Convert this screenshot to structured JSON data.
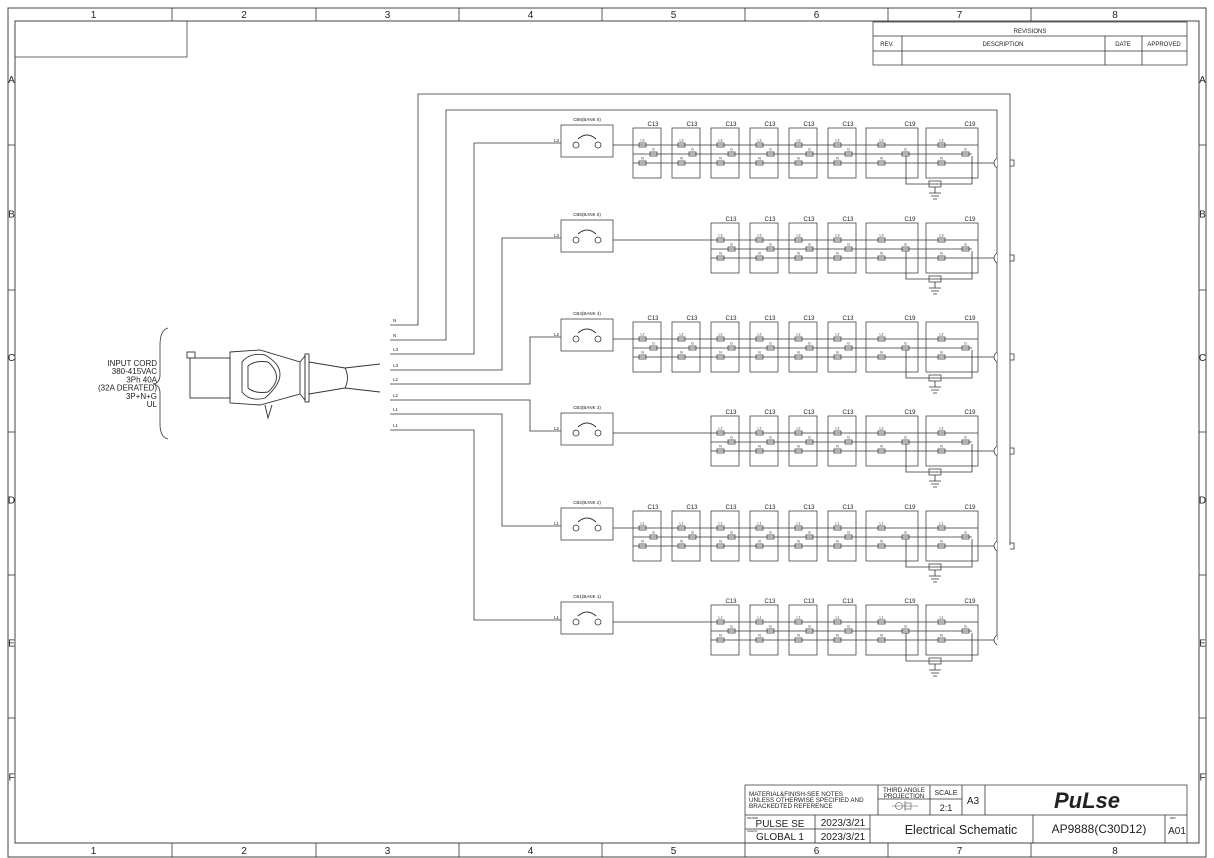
{
  "frame": {
    "columns": [
      "1",
      "2",
      "3",
      "4",
      "5",
      "6",
      "7",
      "8"
    ],
    "rows": [
      "A",
      "B",
      "C",
      "D",
      "E",
      "F"
    ]
  },
  "revisions": {
    "title": "REVISIONS",
    "headers": [
      "REV.",
      "DESCRIPTION",
      "DATE",
      "APPROVED"
    ]
  },
  "input_cord": {
    "lines": [
      "INPUT CORD",
      "380-415VAC",
      "3Ph 40A",
      "(32A DERATED)",
      "3P+N+G",
      "UL"
    ]
  },
  "feeders": [
    "N",
    "N",
    "L3",
    "L3",
    "L2",
    "L2",
    "L1",
    "L1"
  ],
  "banks": [
    {
      "breaker": "CB6(BANK 6)",
      "phase": "L3",
      "c13": 6,
      "c19": 2
    },
    {
      "breaker": "CB5(BANK 5)",
      "phase": "L3",
      "c13": 4,
      "c19": 2
    },
    {
      "breaker": "CB4(BANK 4)",
      "phase": "L2",
      "c13": 6,
      "c19": 2
    },
    {
      "breaker": "CB3(BANK 3)",
      "phase": "L2",
      "c13": 4,
      "c19": 2
    },
    {
      "breaker": "CB2(BANK 2)",
      "phase": "L1",
      "c13": 6,
      "c19": 2
    },
    {
      "breaker": "CB1(BANK 1)",
      "phase": "L1",
      "c13": 4,
      "c19": 2
    }
  ],
  "outlet_labels": {
    "c13": "C13",
    "c19": "C19",
    "ground": "G",
    "neutral": "N"
  },
  "title_block": {
    "notes": [
      "MATERIAL&FINISH-SEE NOTES",
      "UNLESS OTHERWISE SPECIFIED AND",
      "BRACKEDTED REFERENCE"
    ],
    "projection": [
      "THIRD ANGLE",
      "PROJECTION"
    ],
    "scale_label": "SCALE",
    "scale": "2:1",
    "sheet_size": "A3",
    "logo": "PuLse",
    "drawn_label": "DRAWN",
    "drawn_by": "PULSE SE",
    "drawn_date": "2023/3/21",
    "check_label": "CHECK",
    "checked_by": "GLOBAL 1",
    "checked_date": "2023/3/21",
    "title": "Electrical Schematic",
    "part_number": "AP9888(C30D12)",
    "rev_label": "REV",
    "rev": "A01"
  }
}
